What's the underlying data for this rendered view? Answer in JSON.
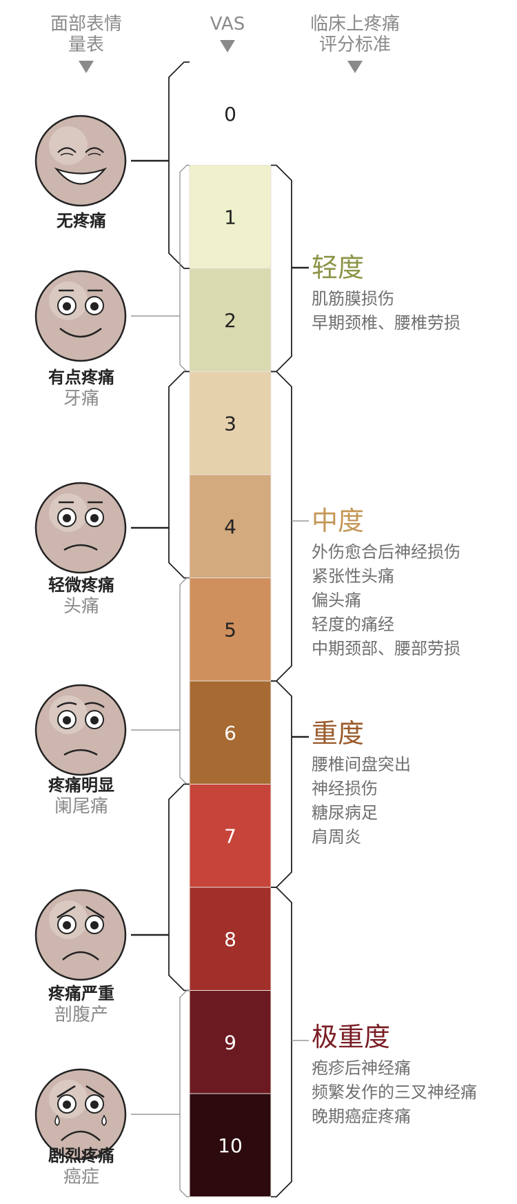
{
  "headers": {
    "faces": "面部表情\n量表",
    "vas": "VAS",
    "clinical": "临床上疼痛\n评分标准"
  },
  "scale": {
    "levels": [
      {
        "label": "0",
        "color": "#ffffff",
        "text_color": "#222222"
      },
      {
        "label": "1",
        "color": "#eef1cc",
        "text_color": "#222222"
      },
      {
        "label": "2",
        "color": "#d9dab0",
        "text_color": "#222222"
      },
      {
        "label": "3",
        "color": "#e6d1ad",
        "text_color": "#222222"
      },
      {
        "label": "4",
        "color": "#d3a97e",
        "text_color": "#222222"
      },
      {
        "label": "5",
        "color": "#cf905e",
        "text_color": "#222222"
      },
      {
        "label": "6",
        "color": "#a66a32",
        "text_color": "#ffffff"
      },
      {
        "label": "7",
        "color": "#c7443a",
        "text_color": "#ffffff"
      },
      {
        "label": "8",
        "color": "#a1302a",
        "text_color": "#ffffff"
      },
      {
        "label": "9",
        "color": "#6c1a21",
        "text_color": "#ffffff"
      },
      {
        "label": "10",
        "color": "#2c0a0e",
        "text_color": "#ffffff"
      }
    ]
  },
  "faces": [
    {
      "main": "无疼痛",
      "sub": ""
    },
    {
      "main": "有点疼痛",
      "sub": "牙痛"
    },
    {
      "main": "轻微疼痛",
      "sub": "头痛"
    },
    {
      "main": "疼痛明显",
      "sub": "阑尾痛"
    },
    {
      "main": "疼痛严重",
      "sub": "剖腹产"
    },
    {
      "main": "剧烈疼痛",
      "sub": "癌症"
    }
  ],
  "categories": [
    {
      "title": "轻度",
      "color": "#8d9447",
      "items": [
        "肌筋膜损伤",
        "早期颈椎、腰椎劳损"
      ]
    },
    {
      "title": "中度",
      "color": "#c39655",
      "items": [
        "外伤愈合后神经损伤",
        "紧张性头痛",
        "偏头痛",
        "轻度的痛经",
        "中期颈部、腰部劳损"
      ]
    },
    {
      "title": "重度",
      "color": "#9a5a2a",
      "items": [
        "腰椎间盘突出",
        "神经损伤",
        "糖尿病足",
        "肩周炎"
      ]
    },
    {
      "title": "极重度",
      "color": "#7a1d24",
      "items": [
        "疱疹后神经痛",
        "频繁发作的三叉神经痛",
        "晚期癌症疼痛"
      ]
    }
  ],
  "colors": {
    "header": "#8a8a8a",
    "face_fill": "#ccb6ae",
    "outline": "#222222"
  }
}
